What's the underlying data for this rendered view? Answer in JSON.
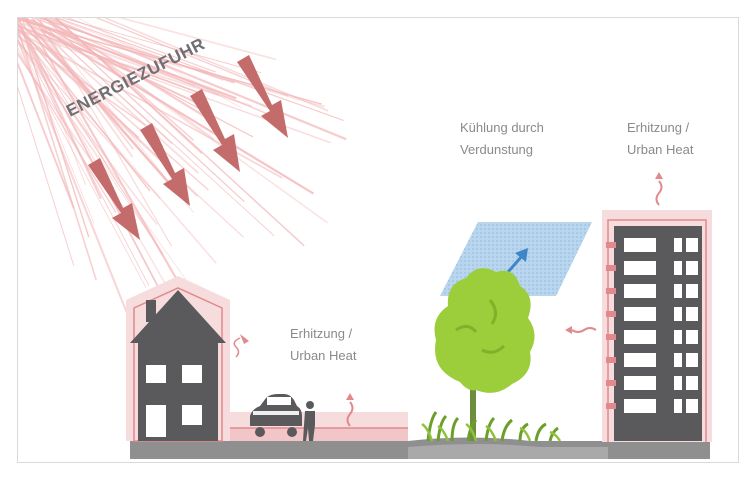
{
  "labels": {
    "energy": "ENERGIEZUFUHR",
    "cooling": [
      "Kühlung durch",
      "Verdunstung"
    ],
    "heat_building": [
      "Erhitzung /",
      "Urban Heat"
    ],
    "heat_house": [
      "Erhitzung /",
      "Urban Heat"
    ]
  },
  "colors": {
    "sun_ray": "#f3b6b8",
    "arrow": "#c46c6c",
    "heat_glow": "#f2c6c8",
    "heat_line": "#e08a8e",
    "building": "#5a5a5c",
    "ground": "#8f8f8f",
    "window": "#ffffff",
    "tree": "#9ccd3a",
    "evaporation": "#9cc6e6",
    "evaporation_arrow": "#3f86c9",
    "label_text": "#8a8a8a"
  },
  "icons": [
    "sun-rays-icon",
    "house-icon",
    "car-icon",
    "person-icon",
    "tree-icon",
    "highrise-icon",
    "heat-wave-icon",
    "evaporation-arrow-icon"
  ]
}
